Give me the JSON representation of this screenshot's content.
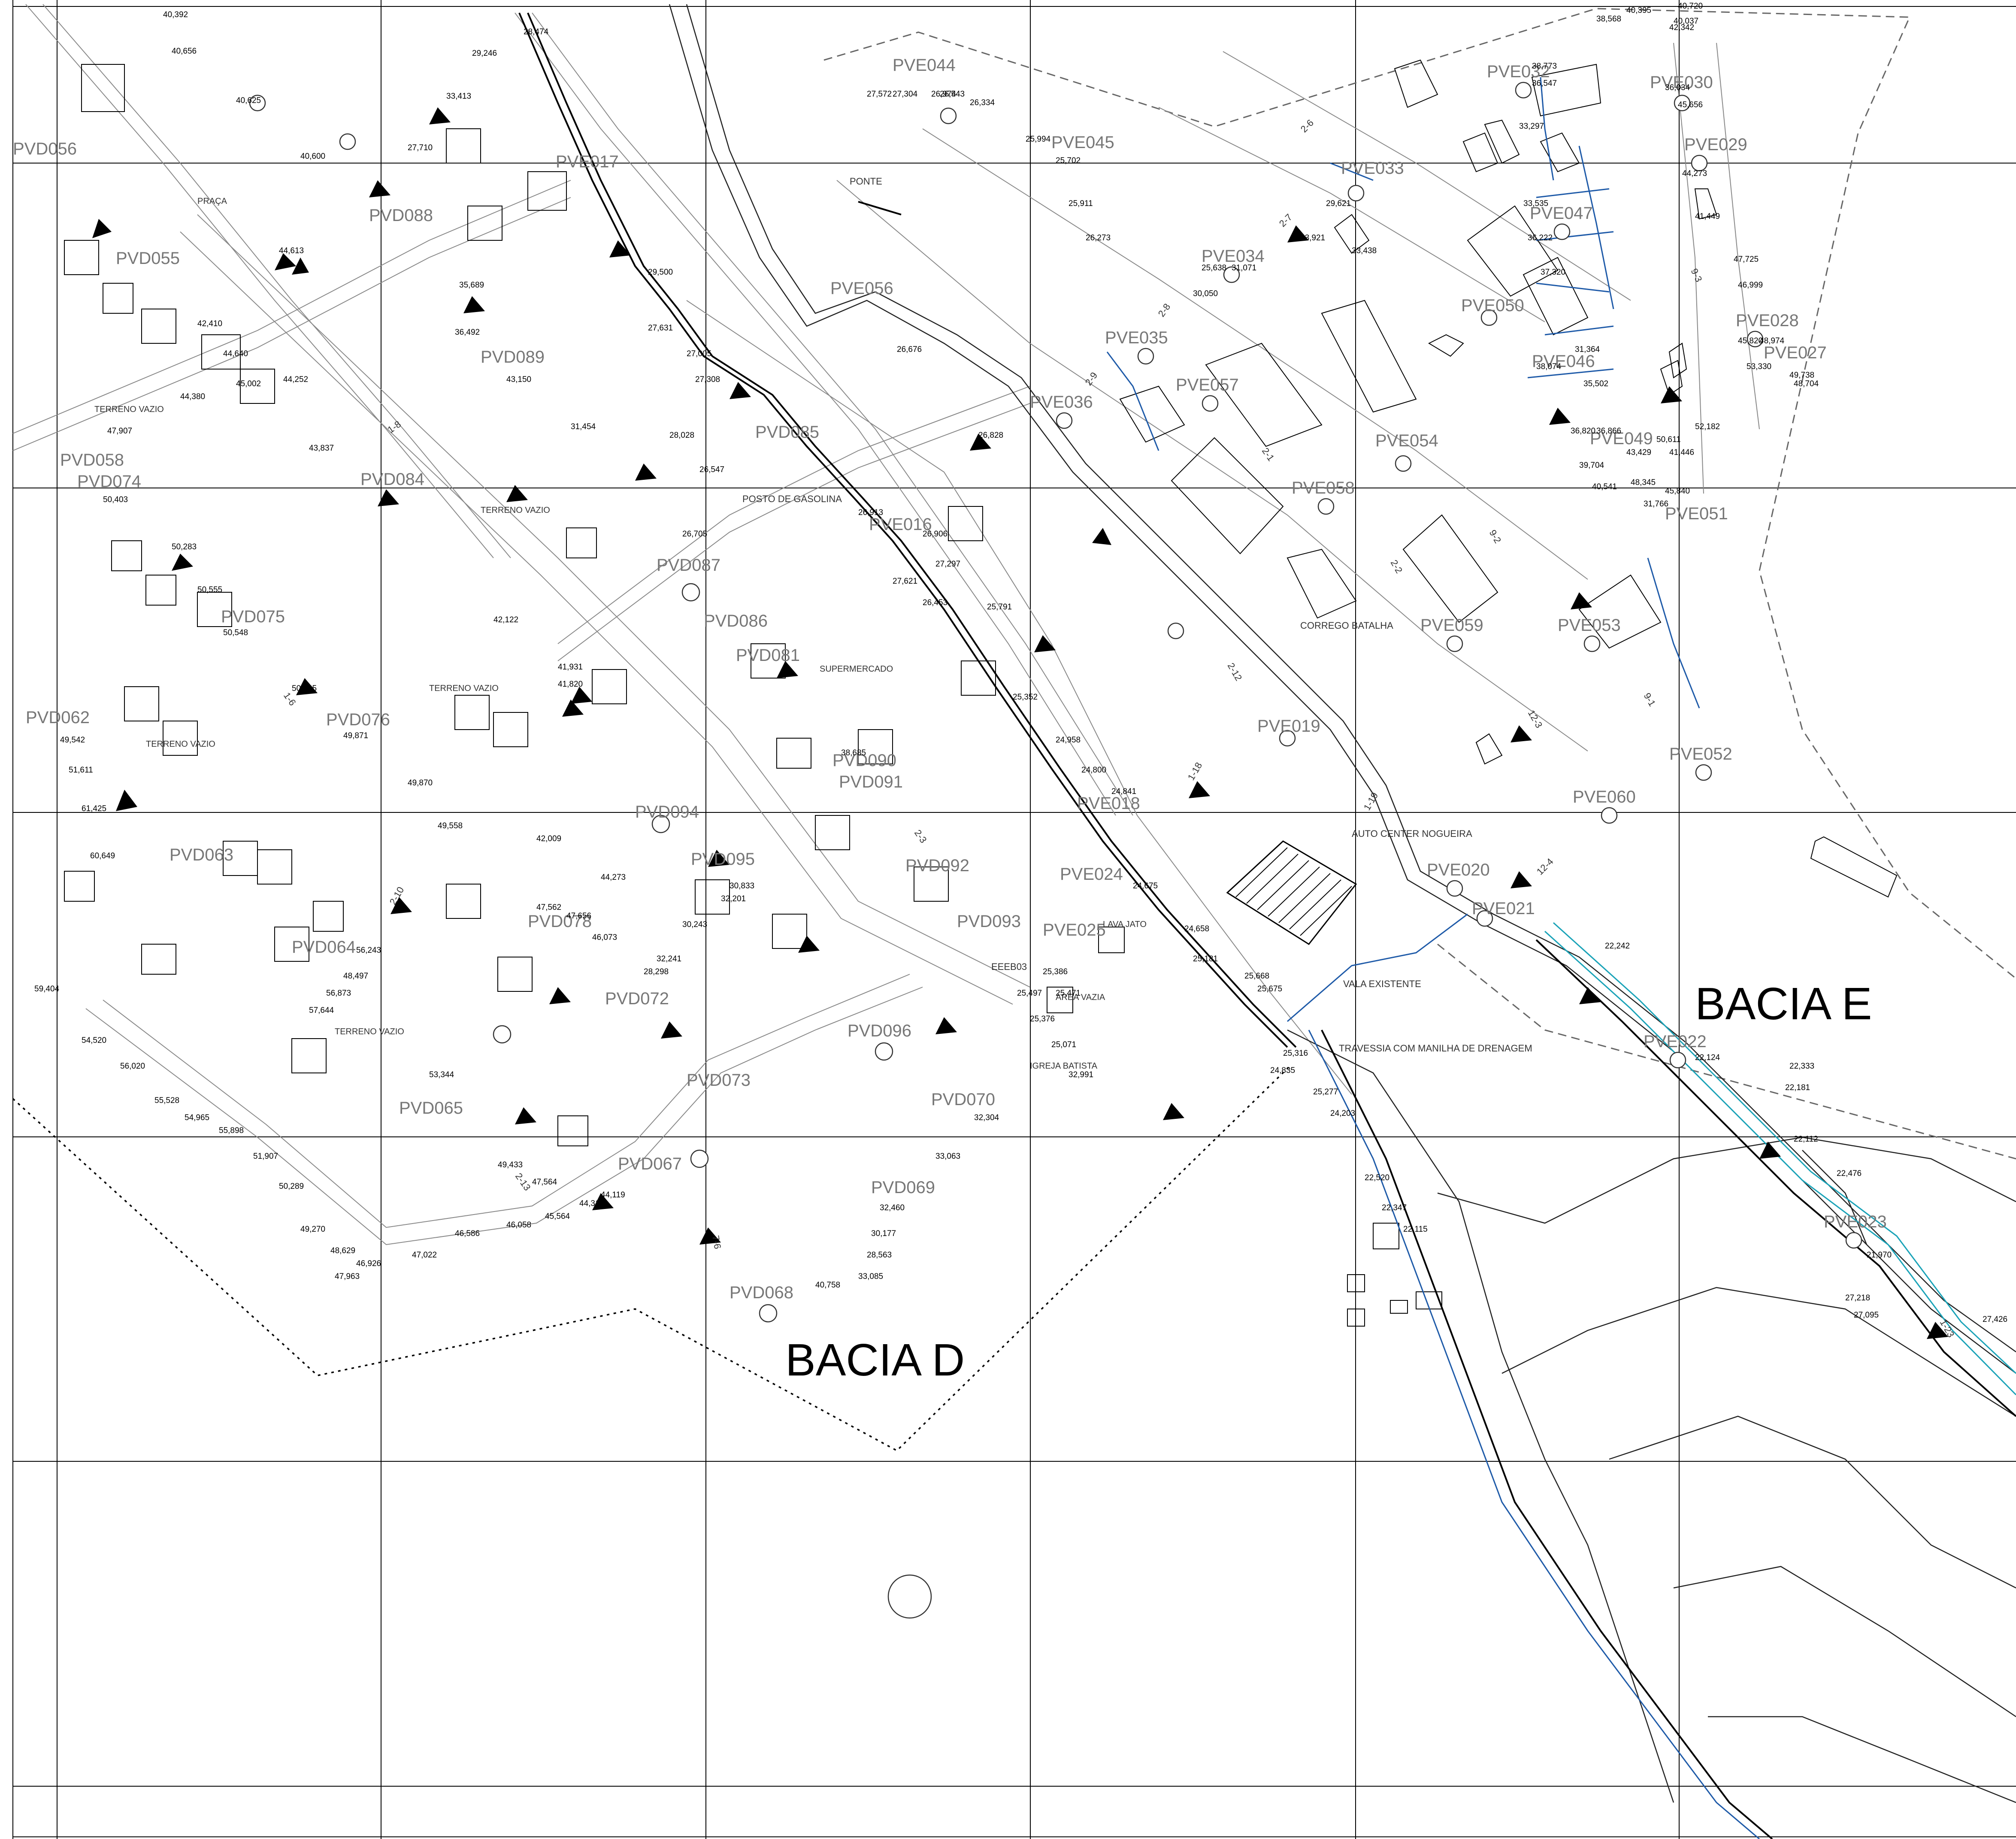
{
  "basins": [
    {
      "id": "D",
      "label": "BACIA D"
    },
    {
      "id": "E",
      "label": "BACIA E"
    }
  ],
  "manholes": [
    "PVE044",
    "PVE045",
    "PVE032",
    "PVE030",
    "PVE029",
    "PVE033",
    "PVE047",
    "PVE034",
    "PVE050",
    "PVE035",
    "PVE028",
    "PVE027",
    "PVE046",
    "PVE057",
    "PVE036",
    "PVE049",
    "PVE054",
    "PVE051",
    "PVE058",
    "PVE059",
    "PVE053",
    "PVE052",
    "PVE060",
    "PVE020",
    "PVE021",
    "PVE022",
    "PVE023",
    "PVE017",
    "PVE016",
    "PVE018",
    "PVE019",
    "PVE024",
    "PVE025",
    "PVE056",
    "PVD056",
    "PVD055",
    "PVD058",
    "PVD074",
    "PVD075",
    "PVD062",
    "PVD063",
    "PVD076",
    "PVD084",
    "PVD088",
    "PVD089",
    "PVD087",
    "PVD086",
    "PVD081",
    "PVD090",
    "PVD091",
    "PVD094",
    "PVD095",
    "PVD072",
    "PVD073",
    "PVD096",
    "PVD092",
    "PVD093",
    "PVD070",
    "PVD069",
    "PVD068",
    "PVD067",
    "PVD065",
    "PVD064",
    "PVD078",
    "PVD085"
  ],
  "annotations": {
    "ponte": "PONTE",
    "posto": "POSTO DE GASOLINA",
    "corrego": "CORREGO BATALHA",
    "auto_center": "AUTO CENTER NOGUEIRA",
    "vala": "VALA EXISTENTE",
    "travessia": "TRAVESSIA COM MANILHA DE DRENAGEM",
    "eeeb": "EEEB03",
    "praca": "PRAÇA",
    "terreno_vazio": "TERRENO VAZIO",
    "supermercado": "SUPERMERCADO",
    "lava_jato": "LAVA JATO",
    "area_vazia": "ÁREA VAZIA",
    "igreja": "IGREJA BATISTA"
  },
  "elevations": [
    "40,392",
    "40,656",
    "40,625",
    "40,600",
    "44,613",
    "42,410",
    "44,640",
    "45,002",
    "44,380",
    "44,252",
    "43,837",
    "47,907",
    "50,403",
    "50,283",
    "50,555",
    "50,548",
    "50,335",
    "49,871",
    "49,870",
    "49,558",
    "49,542",
    "51,611",
    "61,425",
    "60,649",
    "59,404",
    "54,520",
    "56,020",
    "55,528",
    "54,965",
    "55,898",
    "51,907",
    "50,289",
    "49,270",
    "48,629",
    "47,963",
    "46,926",
    "47,022",
    "46,586",
    "46,058",
    "45,564",
    "44,314",
    "44,119",
    "47,564",
    "49,433",
    "53,344",
    "56,873",
    "57,644",
    "56,243",
    "48,497",
    "47,562",
    "47,656",
    "46,073",
    "44,273",
    "42,009",
    "41,820",
    "41,931",
    "42,122",
    "43,150",
    "36,492",
    "35,689",
    "31,454",
    "33,413",
    "29,246",
    "28,474",
    "27,710",
    "29,500",
    "27,631",
    "27,005",
    "27,308",
    "28,028",
    "26,547",
    "26,705",
    "26,913",
    "26,676",
    "26,828",
    "26,906",
    "27,297",
    "27,621",
    "26,453",
    "25,791",
    "25,352",
    "24,958",
    "24,800",
    "24,841",
    "24,675",
    "24,658",
    "25,181",
    "25,668",
    "25,675",
    "25,316",
    "24,835",
    "25,277",
    "24,203",
    "22,520",
    "22,347",
    "22,115",
    "22,242",
    "22,124",
    "22,333",
    "22,181",
    "22,112",
    "22,476",
    "21,970",
    "27,095",
    "27,218",
    "27,426",
    "27,572",
    "27,304",
    "26,974",
    "26,543",
    "26,334",
    "25,994",
    "25,702",
    "25,911",
    "26,273",
    "25,638",
    "31,071",
    "30,050",
    "29,621",
    "33,921",
    "33,438",
    "33,297",
    "33,535",
    "36,222",
    "37,320",
    "31,364",
    "35,502",
    "38,074",
    "36,820",
    "36,866",
    "39,704",
    "40,541",
    "43,429",
    "41,446",
    "45,840",
    "48,345",
    "50,611",
    "52,182",
    "53,330",
    "49,738",
    "48,704",
    "48,974",
    "45,820",
    "46,999",
    "47,725",
    "41,449",
    "44,273",
    "45,656",
    "36,034",
    "38,568",
    "40,395",
    "40,720",
    "40,037",
    "42,342",
    "38,773",
    "36,547",
    "31,766",
    "30,833",
    "32,201",
    "30,243",
    "32,241",
    "28,298",
    "25,497",
    "25,471",
    "25,386",
    "25,376",
    "25,071",
    "32,991",
    "32,304",
    "33,063",
    "32,460",
    "30,177",
    "28,563",
    "33,085",
    "40,758",
    "38,685"
  ],
  "segment_labels": [
    "2-6",
    "2-7",
    "2-9",
    "2-8",
    "2-1",
    "2-2",
    "2-12",
    "9-2",
    "9-1",
    "12-3",
    "12-4",
    "1-18",
    "1-19",
    "1-23",
    "2-10",
    "1-6",
    "2-13",
    "2-3",
    "9-3",
    "7-6",
    "1-8"
  ]
}
